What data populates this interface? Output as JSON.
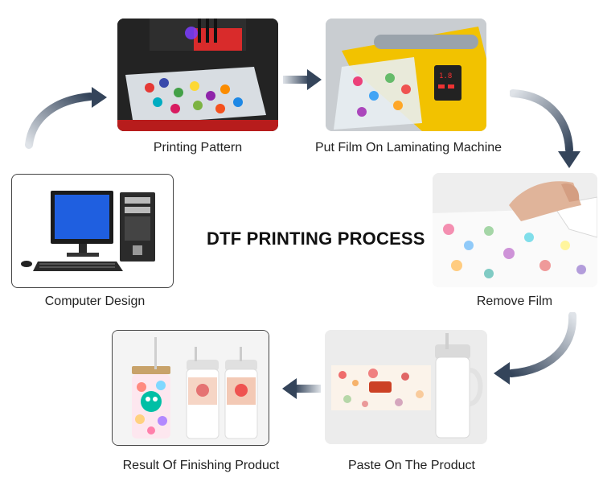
{
  "title": "DTF PRINTING PROCESS",
  "steps": [
    {
      "id": "computer-design",
      "label": "Computer Design"
    },
    {
      "id": "printing-pattern",
      "label": "Printing Pattern"
    },
    {
      "id": "laminating",
      "label": "Put Film On Laminating Machine"
    },
    {
      "id": "remove-film",
      "label": "Remove Film"
    },
    {
      "id": "paste",
      "label": "Paste On The Product"
    },
    {
      "id": "result",
      "label": "Result Of Finishing Product"
    }
  ],
  "colors": {
    "arrow_dark": "#34445a",
    "arrow_light": "#dfe3e8",
    "title": "#111111"
  }
}
